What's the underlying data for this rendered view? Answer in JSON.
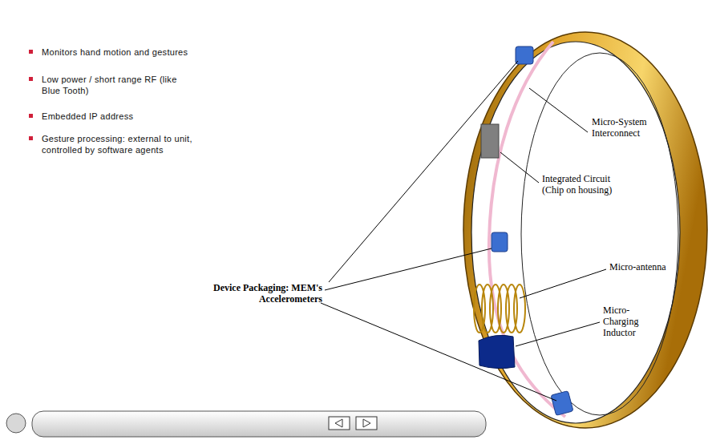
{
  "diagram": {
    "labels": [
      "Monitors hand motion and gestures",
      "Low power / short range RF (like Blue Tooth)",
      "Embedded IP address",
      "Gesture processing: external to unit, controlled by software agents",
      "Micro-System Interconnect",
      "Integrated Circuit (Chip on housing)",
      "Micro-antenna",
      "Micro-Charging Inductor",
      "Device Packaging: MEM's Accelerometers"
    ]
  }
}
